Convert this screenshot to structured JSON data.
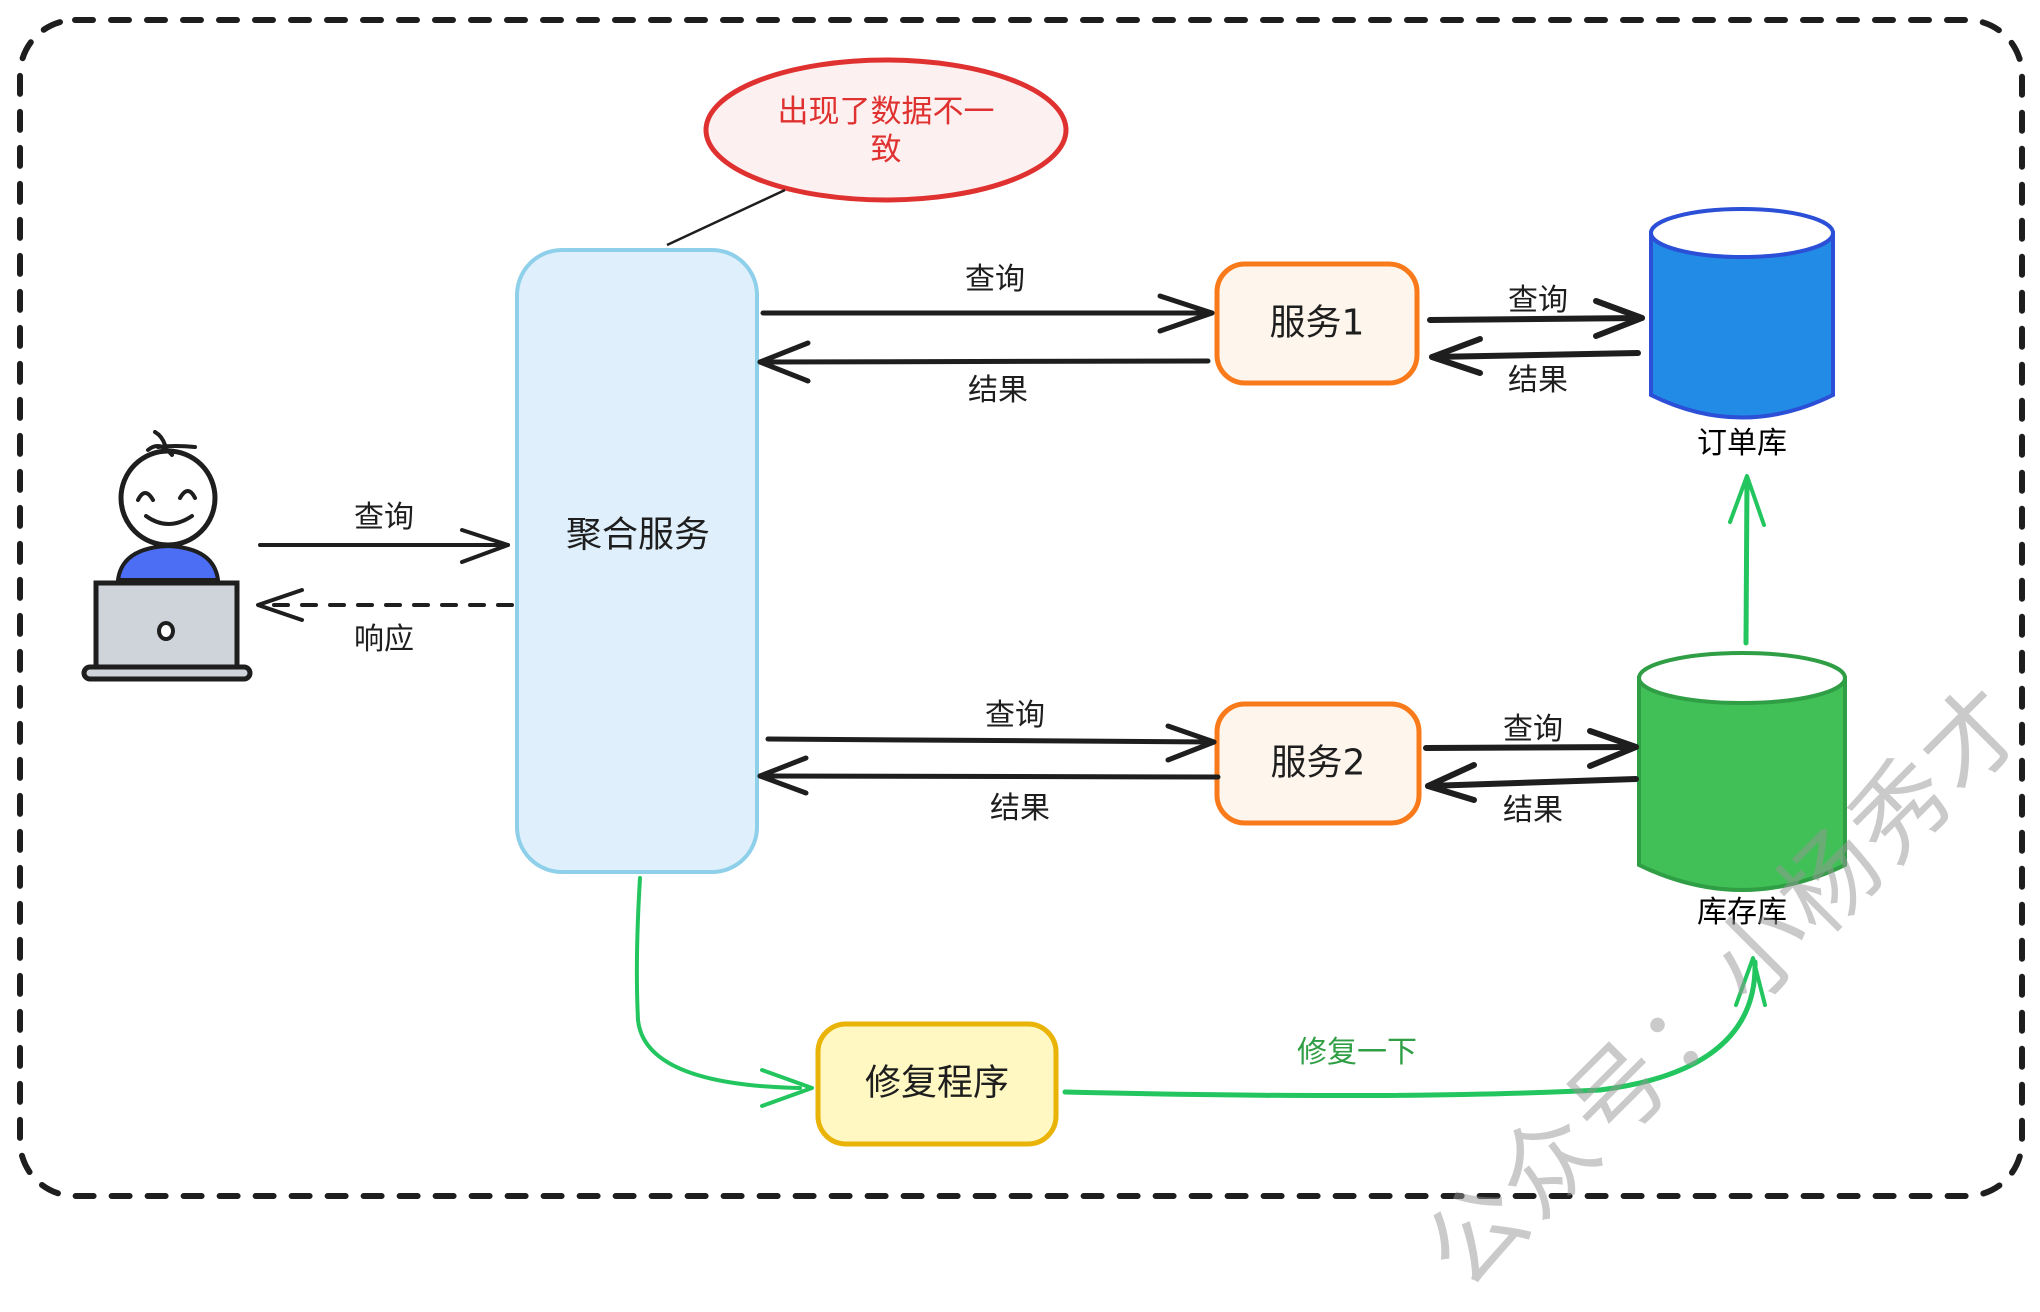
{
  "diagram": {
    "user": {
      "name": "user-at-laptop",
      "query_label": "查询",
      "response_label": "响应"
    },
    "aggregator": {
      "label": "聚合服务"
    },
    "callout": {
      "line1": "出现了数据不一",
      "line2": "致"
    },
    "service1": {
      "label": "服务1",
      "query_label": "查询",
      "result_label": "结果",
      "db_query_label": "查询",
      "db_result_label": "结果"
    },
    "service2": {
      "label": "服务2",
      "query_label": "查询",
      "result_label": "结果",
      "db_query_label": "查询",
      "db_result_label": "结果"
    },
    "order_db": {
      "label": "订单库"
    },
    "inventory_db": {
      "label": "库存库"
    },
    "repair": {
      "label": "修复程序",
      "fix_label": "修复一下"
    },
    "watermark": "公众号：小杨秀才"
  },
  "colors": {
    "aggregator_fill": "#dff0fc",
    "aggregator_stroke": "#8ecfea",
    "service_fill": "#fef5ec",
    "service_stroke": "#f97a1a",
    "repair_fill": "#fff8c2",
    "repair_stroke": "#eab308",
    "order_db_fill": "#228be6",
    "order_db_stroke": "#2b4fd6",
    "inventory_db_fill": "#40c057",
    "inventory_db_stroke": "#2f9e44",
    "callout_fill": "#fdf0f0",
    "callout_stroke": "#e03131",
    "green_arrow": "#22c55e",
    "person_shirt": "#4c6ef5",
    "laptop": "#ced4da"
  }
}
